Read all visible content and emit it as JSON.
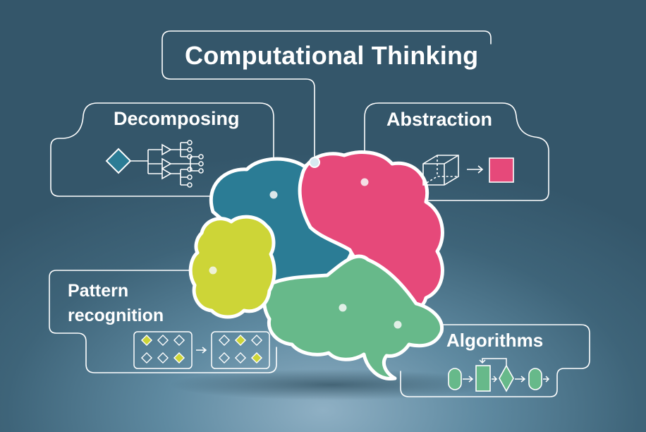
{
  "diagram": {
    "title": "Computational Thinking",
    "concepts": {
      "decomposing": "Decomposing",
      "abstraction": "Abstraction",
      "pattern_recognition_line1": "Pattern",
      "pattern_recognition_line2": "recognition",
      "algorithms": "Algorithms"
    },
    "colors": {
      "blue_lobe": "#2b7c95",
      "pink_lobe": "#e6497a",
      "yellow_lobe": "#cdd537",
      "green_lobe": "#67b98a",
      "outline": "#ffffff"
    }
  }
}
